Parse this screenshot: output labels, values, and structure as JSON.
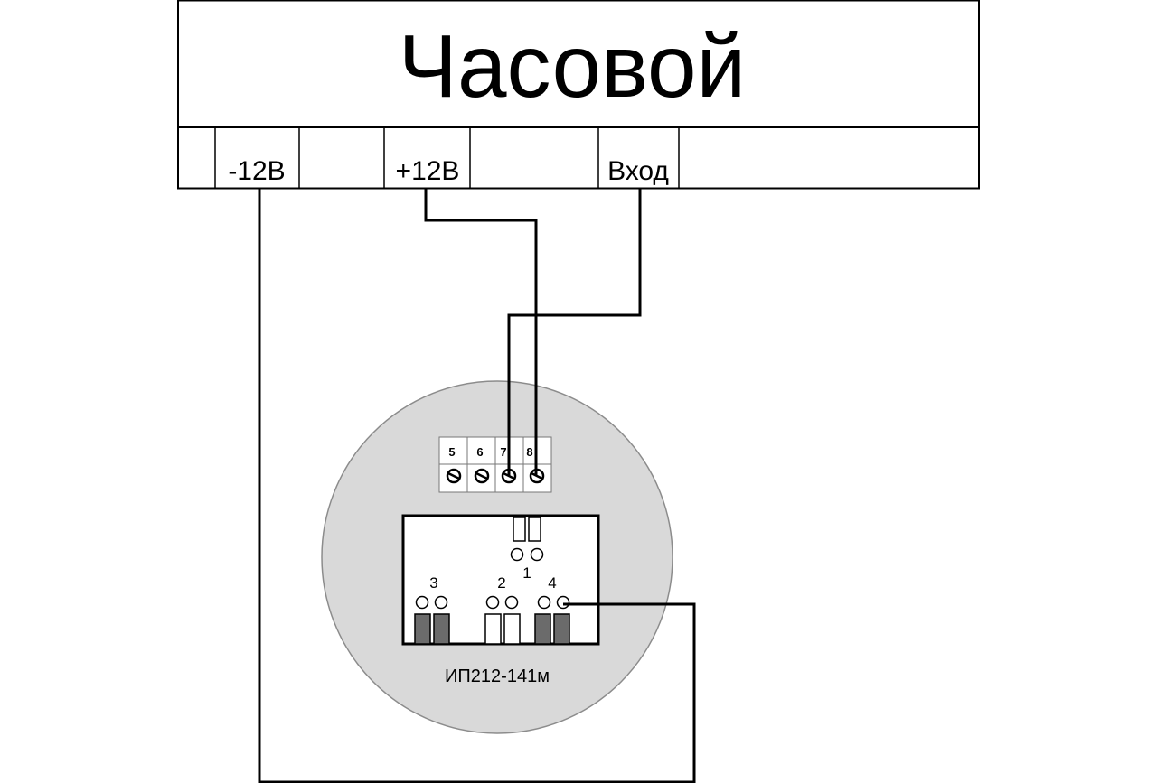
{
  "device": {
    "title": "Часовой",
    "terminals": [
      "-12В",
      "+12В",
      "Вход"
    ]
  },
  "detector": {
    "model": "ИП212-141м",
    "terminal_block_labels": [
      "5",
      "6",
      "7",
      "8"
    ],
    "contact_labels": [
      "1",
      "2",
      "3",
      "4"
    ],
    "colors": {
      "housing": "#d9d9d9",
      "dark_terminal": "#6b6b6b"
    }
  }
}
